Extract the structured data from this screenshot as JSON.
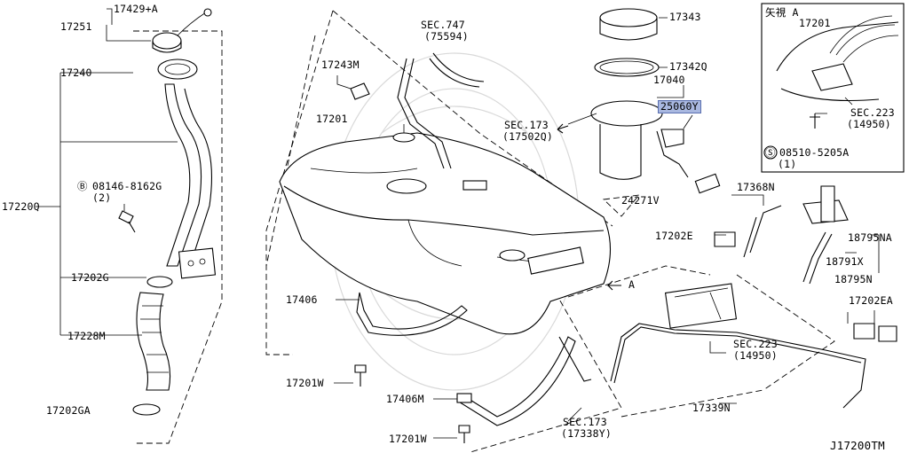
{
  "diagram_id": "J17200TM",
  "callouts": {
    "p17429A": "17429+A",
    "p17251": "17251",
    "p17240": "17240",
    "p17220Q": "17220Q",
    "bolt_08146": "08146-8162G",
    "bolt_08146_qty": "(2)",
    "p17202G": "17202G",
    "p17228M": "17228M",
    "p17202GA": "17202GA",
    "sec747": "SEC.747",
    "sec747_ref": "(75594)",
    "p17243M": "17243M",
    "p17201": "17201",
    "p17343": "17343",
    "p17342Q": "17342Q",
    "p17040": "17040",
    "p25060Y": "25060Y",
    "sec173_top": "SEC.173",
    "sec173_top_ref": "(17502Q)",
    "p24271V": "24271V",
    "p17368N": "17368N",
    "p17202E": "17202E",
    "p18795NA": "18795NA",
    "p18791X": "18791X",
    "p18795N": "18795N",
    "p17202EA": "17202EA",
    "view_arrow": "A",
    "p17406": "17406",
    "p17201W_a": "17201W",
    "p17406M": "17406M",
    "p17201W_b": "17201W",
    "sec223": "SEC.223",
    "sec223_ref": "(14950)",
    "p17339N": "17339N",
    "sec173_bot": "SEC.173",
    "sec173_bot_ref": "(17338Y)"
  },
  "inset": {
    "title": "矢視 A",
    "tank": "17201",
    "sec": "SEC.223",
    "sec_ref": "(14950)",
    "screw": "08510-5205A",
    "screw_qty": "(1)"
  },
  "highlight_color": "#a9b8e0"
}
